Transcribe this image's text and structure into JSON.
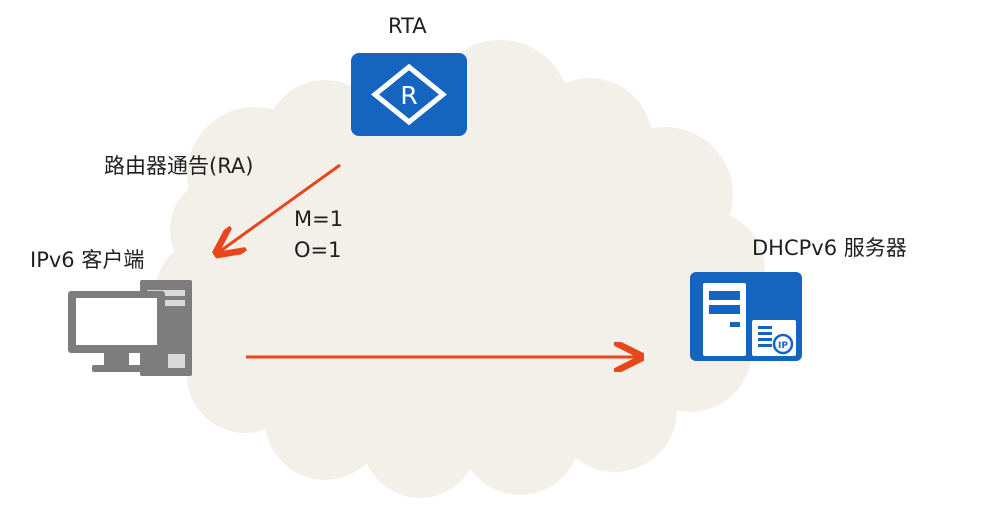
{
  "router": {
    "label": "RTA",
    "icon": "router-icon",
    "color": "#1565c0"
  },
  "ra_message": {
    "label": "路由器通告(RA)",
    "flag_m": "M=1",
    "flag_o": "O=1"
  },
  "client": {
    "label": "IPv6 客户端",
    "icon": "pc-icon"
  },
  "server": {
    "label": "DHCPv6 服务器",
    "icon": "server-icon",
    "color": "#1565c0"
  },
  "colors": {
    "arrow": "#e8461b",
    "cloud": "#f3f0ea",
    "device_gray": "#7d7d7d"
  }
}
